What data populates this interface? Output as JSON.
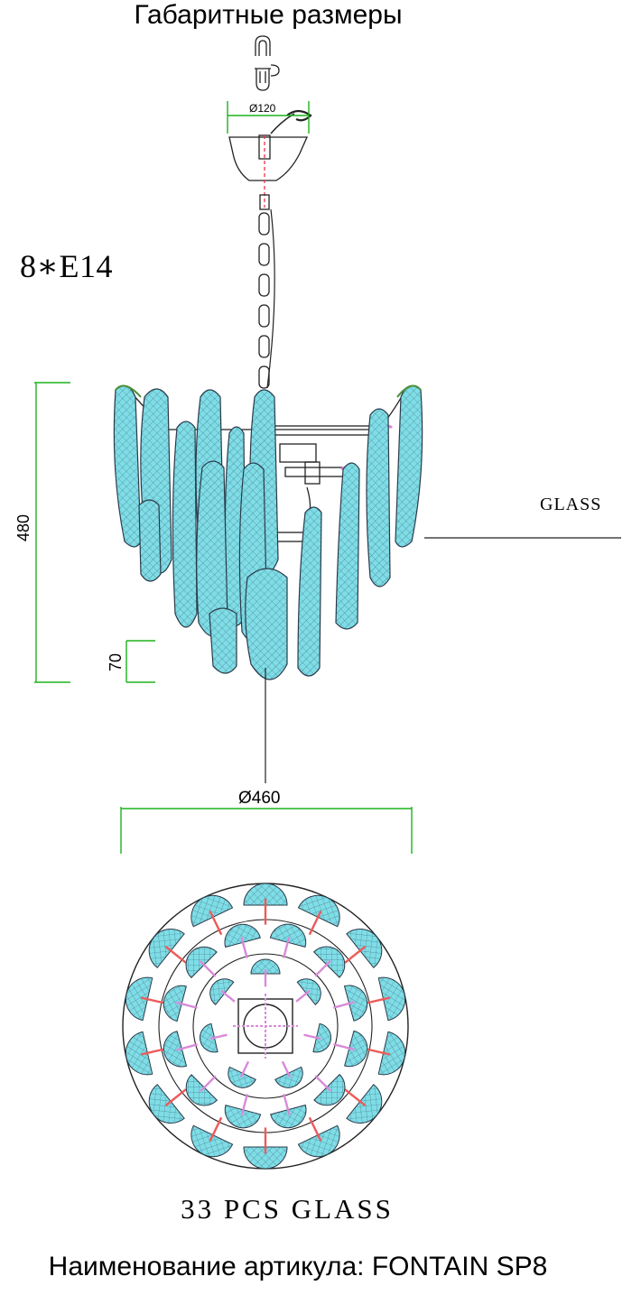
{
  "header": {
    "title": "Габаритные размеры"
  },
  "specs": {
    "lamps": "8∗E14",
    "glass_callout": "GLASS",
    "glass_count": "33 PCS GLASS"
  },
  "dimensions": {
    "canopy_diameter": "Ø120",
    "height": "480",
    "drop_bottom": "70",
    "overall_diameter": "Ø460"
  },
  "footer": {
    "article": "Наименование артикула: FONTAIN SP8"
  },
  "colors": {
    "glass": "#7fdde6",
    "dimension_lines": "#1db31d",
    "spokes": "#ee5a5a",
    "inner_spokes": "#d98ad9"
  }
}
